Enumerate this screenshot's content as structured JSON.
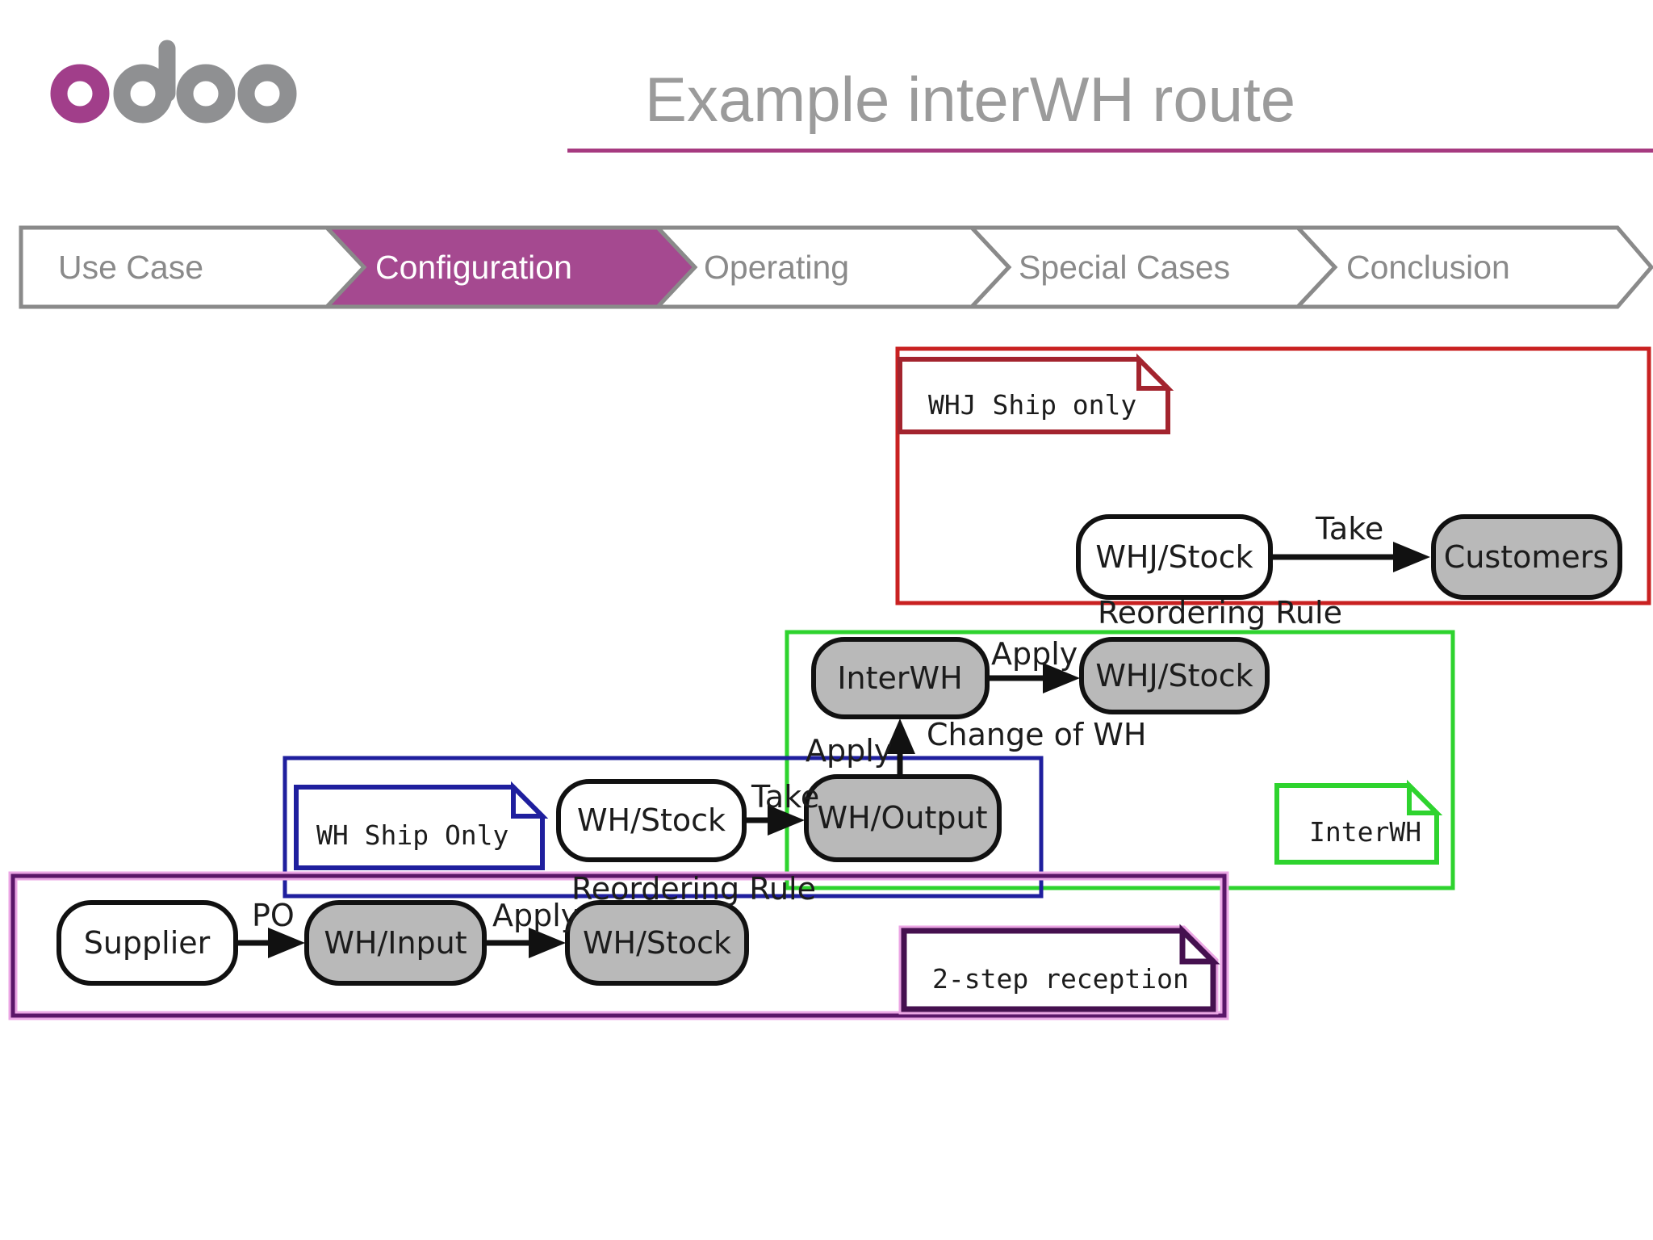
{
  "header": {
    "logo_text": "odoo",
    "title": "Example interWH route"
  },
  "nav": {
    "items": [
      {
        "label": "Use Case",
        "active": false
      },
      {
        "label": "Configuration",
        "active": true
      },
      {
        "label": "Operating",
        "active": false
      },
      {
        "label": "Special Cases",
        "active": false
      },
      {
        "label": "Conclusion",
        "active": false
      }
    ]
  },
  "diagram": {
    "notes": {
      "whj_ship_only": "WHJ Ship only",
      "wh_ship_only": "WH Ship Only",
      "interwh": "InterWH",
      "two_step_reception": "2-step reception"
    },
    "nodes": {
      "whj_stock_ship": "WHJ/Stock",
      "customers": "Customers",
      "interwh": "InterWH",
      "whj_stock_rule": "WHJ/Stock",
      "wh_stock_ship": "WH/Stock",
      "wh_output": "WH/Output",
      "supplier": "Supplier",
      "wh_input": "WH/Input",
      "wh_stock_rule": "WH/Stock"
    },
    "labels": {
      "take_whj": "Take",
      "reordering_rule_top": "Reordering Rule",
      "apply_interwh": "Apply",
      "change_of_wh": "Change of WH",
      "apply_output": "Apply",
      "take_wh": "Take",
      "reordering_rule_bottom": "Reordering Rule",
      "po": "PO",
      "apply_input": "Apply"
    }
  },
  "colors": {
    "logo_accent": "#a13e8a",
    "logo_gray": "#8f9092",
    "title_gray": "#9b9b9b",
    "underline": "#a63a80",
    "nav_border": "#8a8a8a",
    "nav_text": "#8a8a8a",
    "nav_active_fill": "#a54990",
    "nav_active_text": "#ffffff",
    "box_red": "#c92121",
    "note_red": "#a3242e",
    "box_green": "#2ed32e",
    "box_blue": "#1f1f9e",
    "box_purple": "#5a1668",
    "note_purple": "#45104f",
    "purple_glow": "#eba6e4",
    "node_gray": "#b9b9b9",
    "navy_text": "#1f1f9e"
  }
}
